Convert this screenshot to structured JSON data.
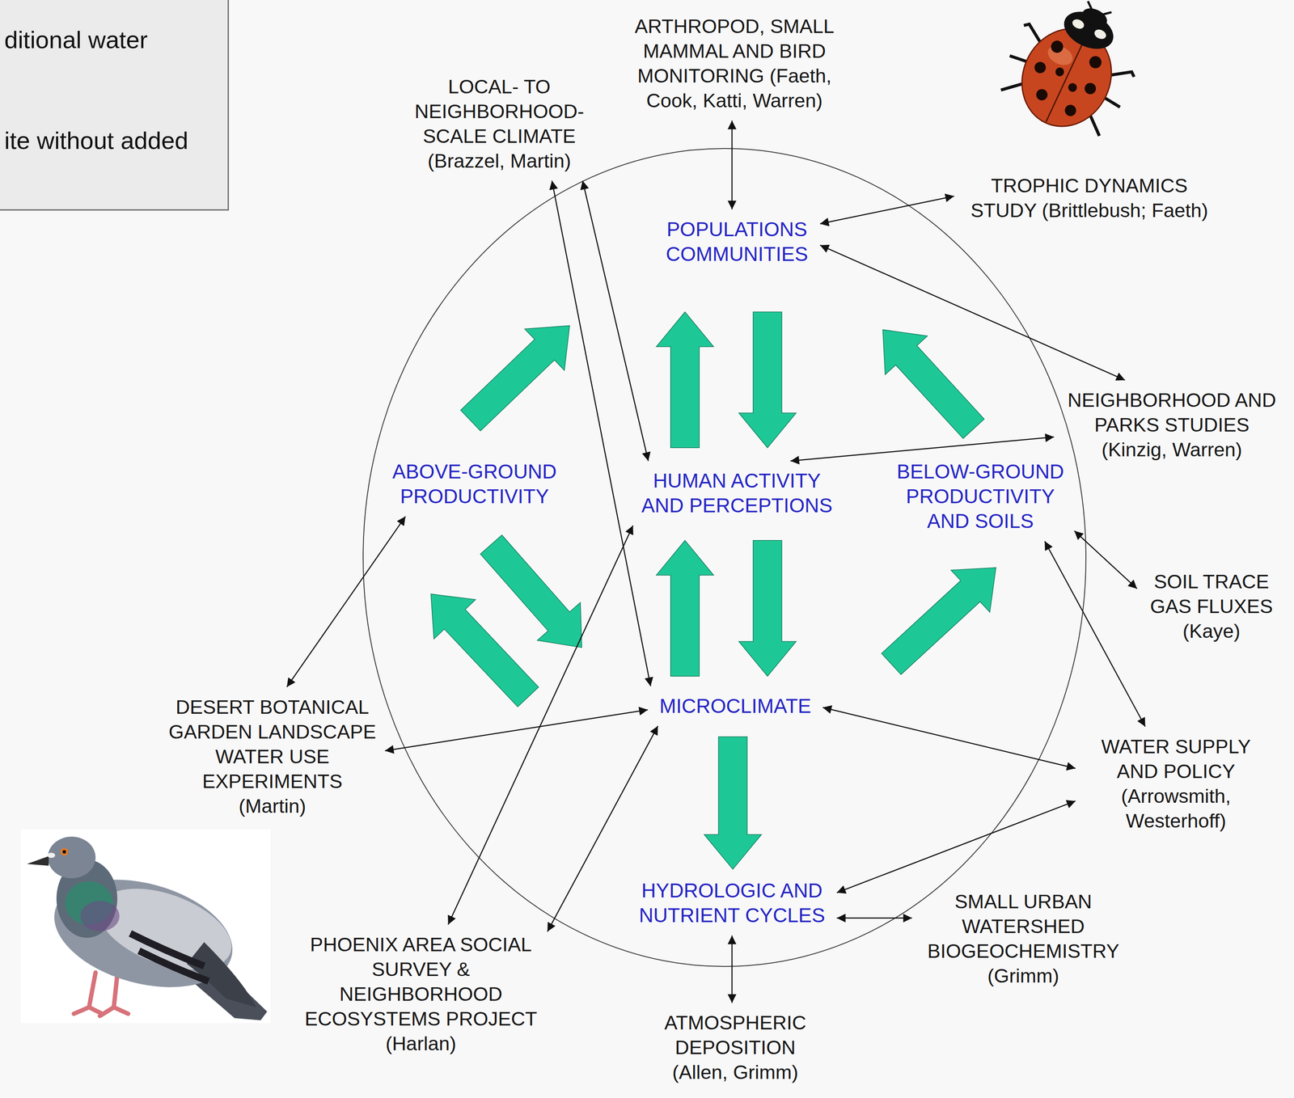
{
  "diagram": {
    "nodes": [
      {
        "text": [
          "ditional water",
          "ite without added"
        ]
      },
      {
        "text": [
          "ARTHROPOD, SMALL MAMMAL AND BIRD MONITORING (Faeth, Cook, Katti, Warren)"
        ]
      },
      {
        "text": [
          "LOCAL- TO NEIGHBORHOOD- SCALE CLIMATE (Brazzel, Martin)"
        ]
      },
      {
        "text": [
          "TROPHIC DYNAMICS STUDY (Brittlebush; Faeth)"
        ]
      },
      {
        "text": [
          "POPULATIONS COMMUNITIES"
        ]
      },
      {
        "text": [
          "NEIGHBORHOOD AND PARKS STUDIES (Kinzig, Warren)"
        ]
      },
      {
        "text": [
          "ABOVE-GROUND PRODUCTIVITY"
        ]
      },
      {
        "text": [
          "HUMAN ACTIVITY AND PERCEPTIONS"
        ]
      },
      {
        "text": [
          "BELOW-GROUND PRODUCTIVITY AND SOILS"
        ]
      },
      {
        "text": [
          "SOIL TRACE GAS FLUXES (Kaye)"
        ]
      },
      {
        "text": [
          "MICROCLIMATE"
        ]
      },
      {
        "text": [
          "DESERT BOTANICAL GARDEN LANDSCAPE WATER USE EXPERIMENTS (Martin)"
        ]
      },
      {
        "text": [
          "WATER SUPPLY AND POLICY (Arrowsmith, Westerhoff)"
        ]
      },
      {
        "text": [
          "HYDROLOGIC AND NUTRIENT CYCLES"
        ]
      },
      {
        "text": [
          "SMALL URBAN WATERSHED BIOGEOCHEMISTRY (Grimm)"
        ]
      },
      {
        "text": [
          "PHOENIX AREA SOCIAL SURVEY & NEIGHBORHOOD ECOSYSTEMS PROJECT (Harlan)"
        ]
      },
      {
        "text": [
          "ATMOSPHERIC DEPOSITION (Allen, Grimm)"
        ]
      }
    ],
    "edges": [
      {
        "from": 6,
        "to": 4,
        "arrow": "to"
      },
      {
        "from": 7,
        "to": 4,
        "arrow": "to"
      },
      {
        "from": 4,
        "to": 7,
        "arrow": "to"
      },
      {
        "from": 8,
        "to": 4,
        "arrow": "to"
      },
      {
        "from": 6,
        "to": 10,
        "arrow": "to"
      },
      {
        "from": 10,
        "to": 6,
        "arrow": "to"
      },
      {
        "from": 10,
        "to": 7,
        "arrow": "to"
      },
      {
        "from": 7,
        "to": 10,
        "arrow": "to"
      },
      {
        "from": 10,
        "to": 8,
        "arrow": "to"
      },
      {
        "from": 10,
        "to": 13,
        "arrow": "to"
      },
      {
        "from": 1,
        "to": 4,
        "arrow": "both"
      },
      {
        "from": 2,
        "to": 7,
        "arrow": "both"
      },
      {
        "from": 2,
        "to": 10,
        "arrow": "both"
      },
      {
        "from": 3,
        "to": 4,
        "arrow": "both"
      },
      {
        "from": 5,
        "to": 4,
        "arrow": "both"
      },
      {
        "from": 5,
        "to": 7,
        "arrow": "both"
      },
      {
        "from": 9,
        "to": 8,
        "arrow": "both"
      },
      {
        "from": 12,
        "to": 8,
        "arrow": "both"
      },
      {
        "from": 12,
        "to": 10,
        "arrow": "both"
      },
      {
        "from": 12,
        "to": 13,
        "arrow": "both"
      },
      {
        "from": 14,
        "to": 13,
        "arrow": "both"
      },
      {
        "from": 16,
        "to": 13,
        "arrow": "both"
      },
      {
        "from": 15,
        "to": 7,
        "arrow": "both"
      },
      {
        "from": 15,
        "to": 10,
        "arrow": "both"
      },
      {
        "from": 11,
        "to": 10,
        "arrow": "both"
      },
      {
        "from": 11,
        "to": 6,
        "arrow": "both"
      }
    ]
  }
}
